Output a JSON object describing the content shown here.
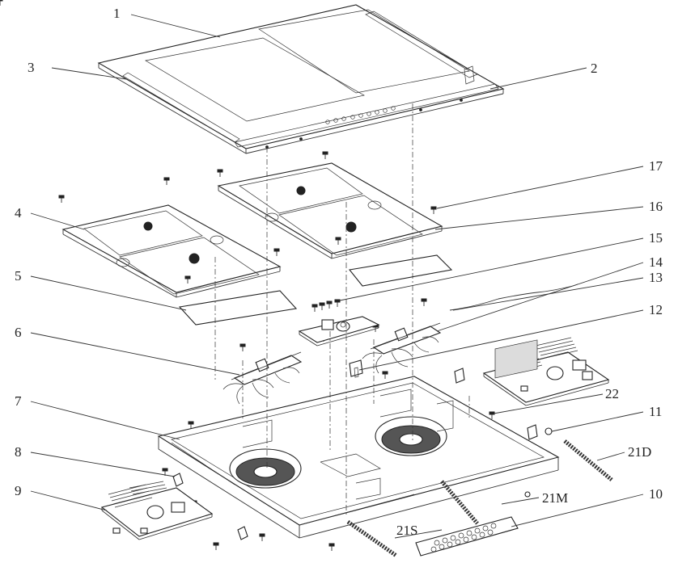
{
  "callouts": [
    "1",
    "2",
    "3",
    "4",
    "5",
    "6",
    "7",
    "8",
    "9",
    "10",
    "11",
    "12",
    "13",
    "14",
    "15",
    "16",
    "17",
    "22",
    "21D",
    "21M",
    "21S"
  ]
}
